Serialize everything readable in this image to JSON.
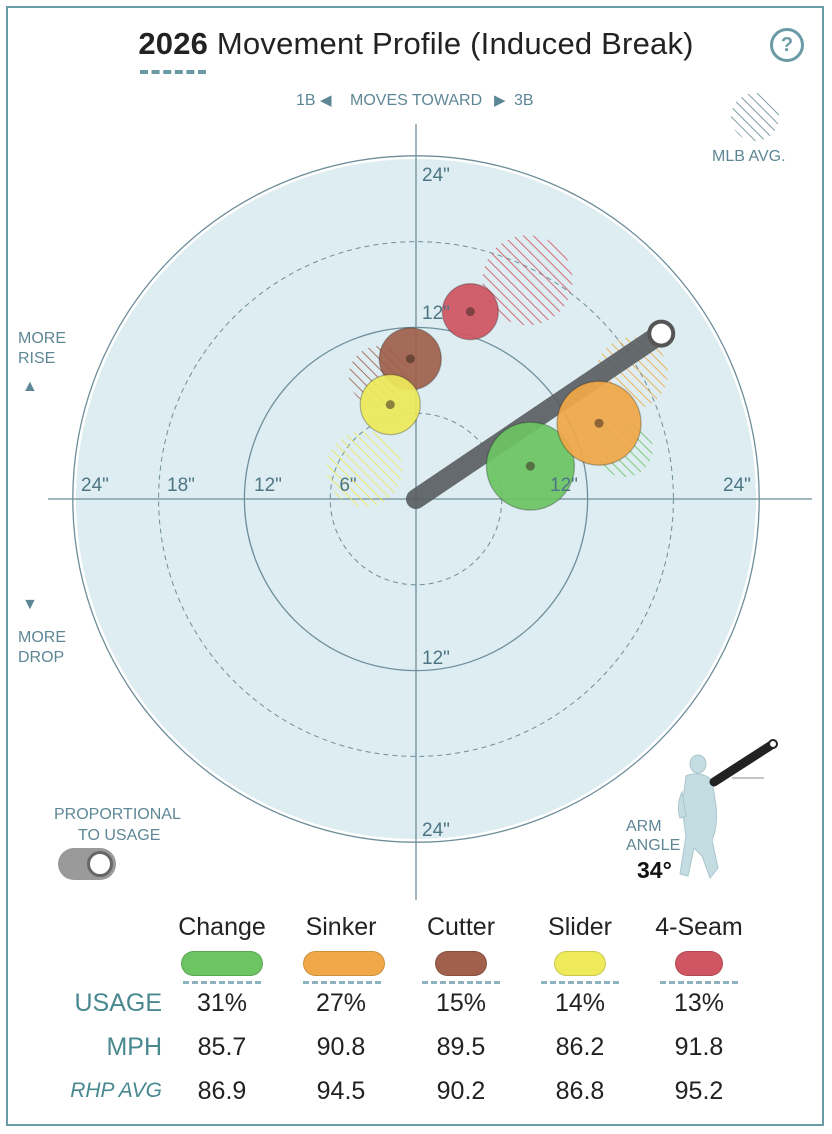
{
  "header": {
    "year": "2026",
    "title_rest": "Movement Profile (Induced Break)",
    "help_label": "?"
  },
  "direction": {
    "left": "1B",
    "middle": "MOVES TOWARD",
    "right": "3B",
    "left_arrow": "◀",
    "right_arrow": "▶"
  },
  "legend": {
    "mlb_avg": "MLB AVG."
  },
  "axis_side": {
    "rise_line1": "MORE",
    "rise_line2": "RISE",
    "rise_arrow": "▲",
    "drop_arrow": "▼",
    "drop_line1": "MORE",
    "drop_line2": "DROP"
  },
  "toggle": {
    "line1": "PROPORTIONAL",
    "line2": "TO USAGE",
    "on": true
  },
  "arm_angle": {
    "line1": "ARM",
    "line2": "ANGLE",
    "value": "34°",
    "degrees": 34
  },
  "colors": {
    "accent": "#6a9aa6",
    "plot_bg": "#ddedf1",
    "ring": "#6f8e9b",
    "arm": "#5a5f63"
  },
  "chart_data": {
    "type": "scatter",
    "title": "2026 Movement Profile (Induced Break)",
    "rings": [
      6,
      12,
      18,
      24
    ],
    "tick_labels": {
      "left": [
        "24\"",
        "18\"",
        "12\"",
        "6\""
      ],
      "right": [
        "12\"",
        "24\""
      ],
      "top": [
        "24\"",
        "12\""
      ],
      "bottom": [
        "12\"",
        "24\""
      ]
    },
    "units": "inches",
    "x_range": [
      -26,
      26
    ],
    "y_range": [
      -26,
      26
    ],
    "series": [
      {
        "name": "Change",
        "color": "#6cc462",
        "x": 8,
        "y": 2.3,
        "usage": 31,
        "avg_x": 14.6,
        "avg_y": 3.5
      },
      {
        "name": "Sinker",
        "color": "#f0a848",
        "x": 12.8,
        "y": 5.3,
        "usage": 27,
        "avg_x": 15.1,
        "avg_y": 8.8
      },
      {
        "name": "Cutter",
        "color": "#a0604c",
        "x": -0.4,
        "y": 9.8,
        "usage": 15,
        "avg_x": -2.6,
        "avg_y": 8.6
      },
      {
        "name": "Slider",
        "color": "#eeea5a",
        "x": -1.8,
        "y": 6.6,
        "usage": 14,
        "avg_x": -3.6,
        "avg_y": 2.1
      },
      {
        "name": "4-Seam",
        "color": "#d05562",
        "x": 3.8,
        "y": 13.1,
        "usage": 13,
        "avg_x": 7.8,
        "avg_y": 15.3
      }
    ],
    "arm_angle_degrees": 34
  },
  "table": {
    "usage_label": "USAGE",
    "mph_label": "MPH",
    "rhp_label": "RHP AVG",
    "pitches": [
      {
        "name": "Change",
        "color": "#6cc462",
        "usage": "31%",
        "mph": "85.7",
        "rhp": "86.9"
      },
      {
        "name": "Sinker",
        "color": "#f0a848",
        "usage": "27%",
        "mph": "90.8",
        "rhp": "94.5"
      },
      {
        "name": "Cutter",
        "color": "#a0604c",
        "usage": "15%",
        "mph": "89.5",
        "rhp": "90.2"
      },
      {
        "name": "Slider",
        "color": "#eeea5a",
        "usage": "14%",
        "mph": "86.2",
        "rhp": "86.8"
      },
      {
        "name": "4-Seam",
        "color": "#d05562",
        "usage": "13%",
        "mph": "91.8",
        "rhp": "95.2"
      }
    ]
  }
}
